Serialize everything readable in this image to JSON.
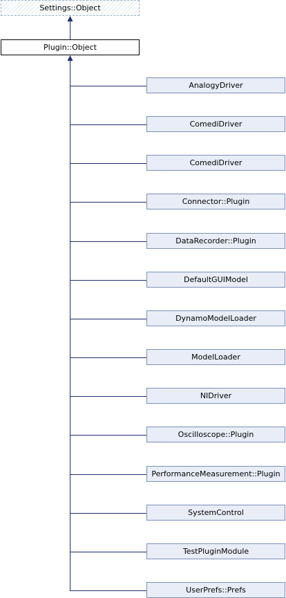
{
  "diagram": {
    "grandparent": {
      "label": "Settings::Object"
    },
    "parent": {
      "label": "Plugin::Object"
    },
    "children": [
      {
        "label": "AnalogyDriver"
      },
      {
        "label": "ComediDriver"
      },
      {
        "label": "ComediDriver"
      },
      {
        "label": "Connector::Plugin"
      },
      {
        "label": "DataRecorder::Plugin"
      },
      {
        "label": "DefaultGUIModel"
      },
      {
        "label": "DynamoModelLoader"
      },
      {
        "label": "ModelLoader"
      },
      {
        "label": "NIDriver"
      },
      {
        "label": "Oscilloscope::Plugin"
      },
      {
        "label": "PerformanceMeasurement::Plugin"
      },
      {
        "label": "SystemControl"
      },
      {
        "label": "TestPluginModule"
      },
      {
        "label": "UserPrefs::Prefs"
      }
    ],
    "colors": {
      "edge": "#1f2d6b",
      "child_fill": "#e8edf7",
      "child_border": "#7a90b8",
      "dashed_border": "#9ab0cc"
    }
  }
}
